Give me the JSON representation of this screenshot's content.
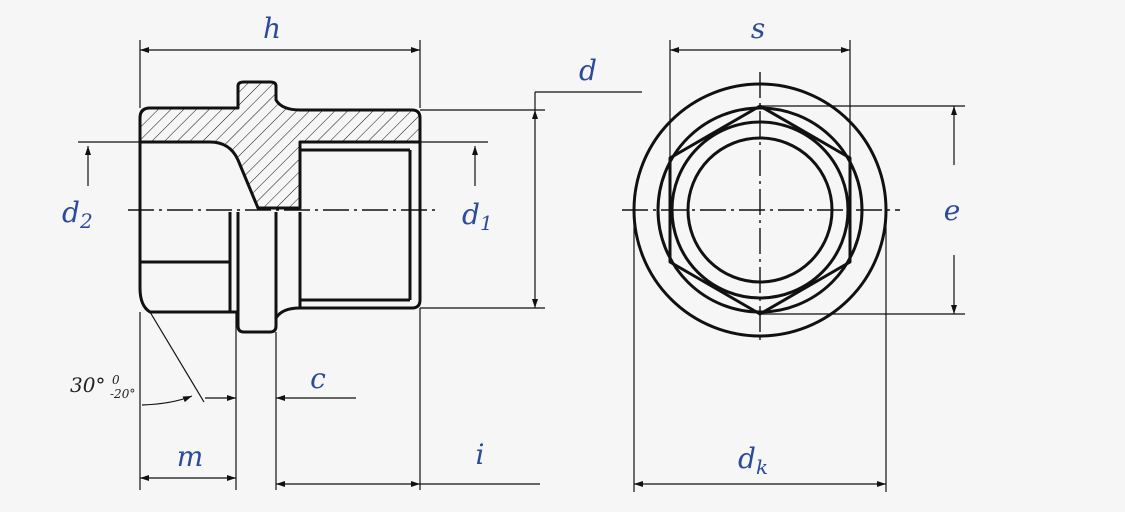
{
  "labels": {
    "h": "h",
    "d": "d",
    "d1_base": "d",
    "d1_sub": "1",
    "d2_base": "d",
    "d2_sub": "2",
    "s": "s",
    "e": "e",
    "c": "c",
    "m": "m",
    "i": "i",
    "dk_base": "d",
    "dk_sub": "k"
  },
  "angle_tolerance": {
    "value": "30°",
    "upper": "0",
    "lower": "-20°"
  },
  "colors": {
    "label_blue": "#2b4a9a",
    "line": "#111111",
    "background": "#f6f6f6"
  }
}
